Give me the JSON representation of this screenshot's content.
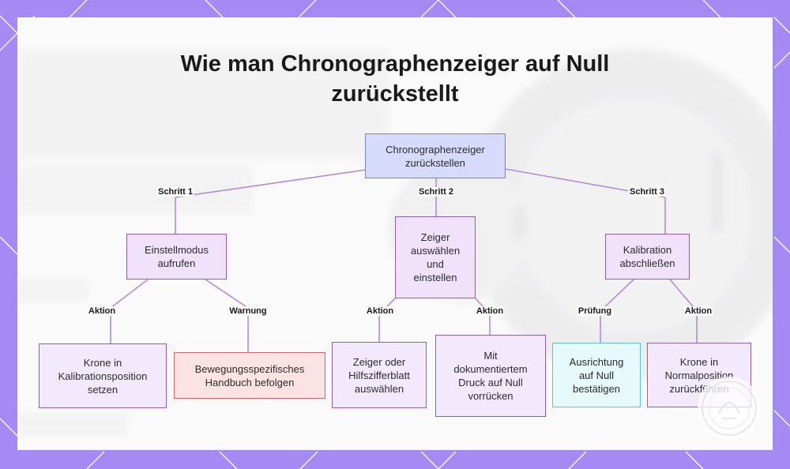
{
  "title": {
    "line1": "Wie man Chronographenzeiger auf Null",
    "line2": "zurückstellt"
  },
  "root": {
    "line1": "Chronographenzeiger",
    "line2": "zurückstellen"
  },
  "edge_labels": {
    "step1": "Schritt 1",
    "step2": "Schritt 2",
    "step3": "Schritt 3",
    "a1": "Aktion",
    "w1": "Warnung",
    "a2": "Aktion",
    "a3": "Aktion",
    "p3": "Prüfung",
    "a4": "Aktion"
  },
  "steps": {
    "s1": {
      "line1": "Einstellmodus",
      "line2": "aufrufen"
    },
    "s2": {
      "line1": "Zeiger",
      "line2": "auswählen",
      "line3": "und",
      "line4": "einstellen"
    },
    "s3": {
      "line1": "Kalibration",
      "line2": "abschließen"
    }
  },
  "leaves": {
    "l1": {
      "line1": "Krone in",
      "line2": "Kalibrationsposition",
      "line3": "setzen"
    },
    "l2": {
      "line1": "Bewegungsspezifisches",
      "line2": "Handbuch befolgen"
    },
    "l3": {
      "line1": "Zeiger oder",
      "line2": "Hilfszifferblatt",
      "line3": "auswählen"
    },
    "l4": {
      "line1": "Mit",
      "line2": "dokumentiertem",
      "line3": "Druck auf Null",
      "line4": "vorrücken"
    },
    "l5": {
      "line1": "Ausrichtung",
      "line2": "auf Null",
      "line3": "bestätigen"
    },
    "l6": {
      "line1": "Krone in",
      "line2": "Normalposition",
      "line3": "zurückführen"
    }
  },
  "colors": {
    "frame": "#a48bf3",
    "root_fill": "#d7dbfb",
    "step_fill": "#f0e2fb",
    "warn_border": "#c96a6a",
    "check_border": "#5ec4d2",
    "edge": "#b08be0"
  }
}
